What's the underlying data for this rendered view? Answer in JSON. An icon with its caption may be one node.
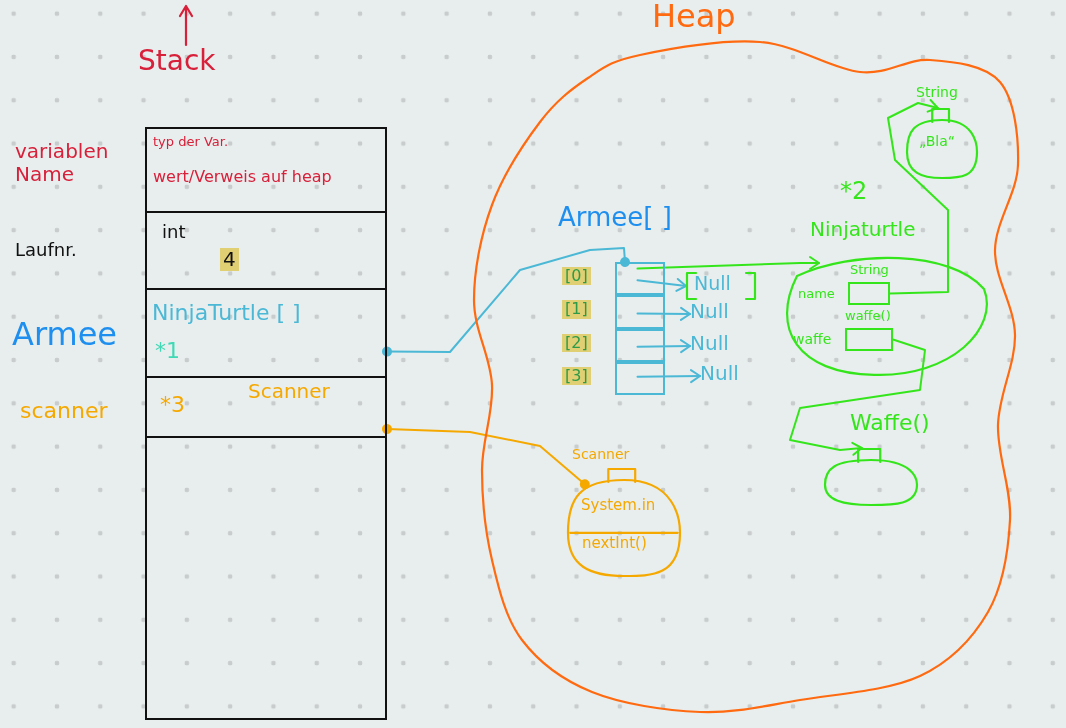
{
  "diagram": {
    "nodes": [
      {
        "text": [
          "Heap"
        ]
      },
      {
        "text": [
          "Stack"
        ]
      },
      {
        "text": [
          "typ der Var.",
          "wert/Verweis auf heap"
        ],
        "in": 1,
        "beside": [
          "variablen Name"
        ]
      },
      {
        "text": [
          "int",
          "4"
        ],
        "in": 1,
        "beside": [
          "Laufnr."
        ]
      },
      {
        "text": [
          "NinjaTurtle [ ]",
          "*1"
        ],
        "in": 1,
        "beside": [
          "Armee"
        ]
      },
      {
        "text": [
          "*3",
          "Scanner"
        ],
        "in": 1,
        "beside": [
          "scanner"
        ]
      },
      {
        "text": [
          "Armee[ ]"
        ],
        "in": 0
      },
      {
        "text": [
          "[0]"
        ],
        "in": 0
      },
      {
        "text": [
          "[1]"
        ],
        "in": 0
      },
      {
        "text": [
          "[2]"
        ],
        "in": 0
      },
      {
        "text": [
          "[3]"
        ],
        "in": 0
      },
      {
        "text": [
          "Null"
        ],
        "in": 0
      },
      {
        "text": [
          "Null"
        ],
        "in": 0
      },
      {
        "text": [
          "Null"
        ],
        "in": 0
      },
      {
        "text": [
          "Null"
        ],
        "in": 0
      },
      {
        "text": [
          "*2",
          "Ninjaturtle"
        ],
        "in": 0
      },
      {
        "text": [
          "name",
          "String"
        ],
        "in": 15
      },
      {
        "text": [
          "waffe",
          "waffe()"
        ],
        "in": 15
      },
      {
        "text": [
          "String",
          "„Bla“"
        ],
        "in": 0
      },
      {
        "text": [
          "Waffe()"
        ],
        "in": 0
      },
      {
        "text": [
          "Scanner",
          "System.in",
          "nextInt()"
        ],
        "in": 0
      }
    ],
    "edges": [
      {
        "from": 4,
        "to": 6,
        "arrow": "other"
      },
      {
        "from": 5,
        "to": 20,
        "arrow": "other",
        "color": "#f5a800"
      },
      {
        "from": 7,
        "to": 15,
        "arrow": "to",
        "color": "#35e51c"
      },
      {
        "from": 7,
        "to": 11,
        "arrow": "to"
      },
      {
        "from": 8,
        "to": 12,
        "arrow": "to"
      },
      {
        "from": 9,
        "to": 13,
        "arrow": "to"
      },
      {
        "from": 10,
        "to": 14,
        "arrow": "to"
      },
      {
        "from": 16,
        "to": 18,
        "arrow": "to",
        "color": "#35e51c"
      },
      {
        "from": 17,
        "to": 19,
        "arrow": "to",
        "color": "#35e51c"
      }
    ]
  }
}
